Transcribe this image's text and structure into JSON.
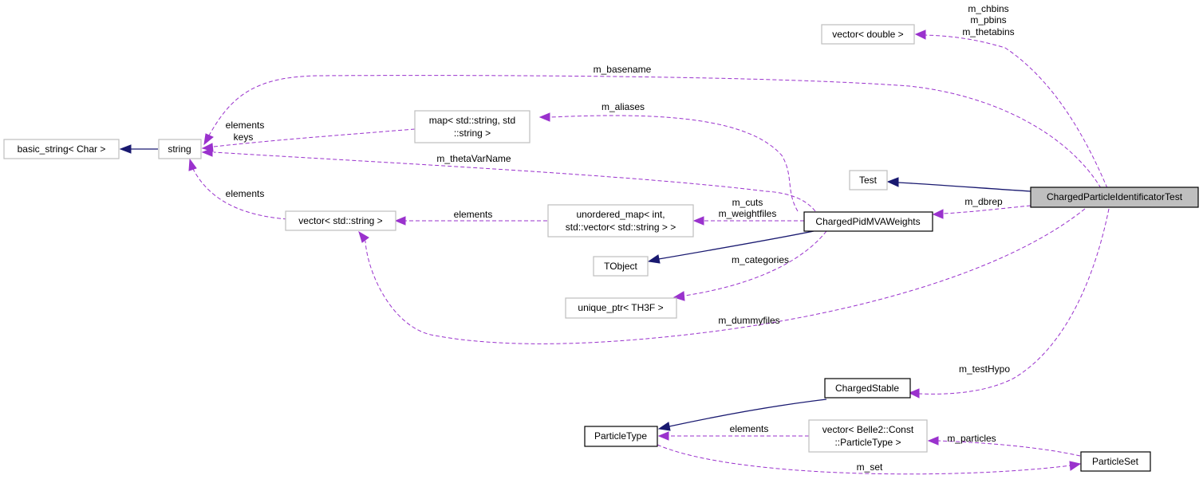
{
  "diagram": {
    "type": "collaboration-graph",
    "nodes": {
      "basic_string": "basic_string< Char >",
      "string": "string",
      "map": [
        "map< std::string, std",
        "::string >"
      ],
      "vector_double": "vector< double >",
      "vector_string": "vector< std::string >",
      "unordered_map": [
        "unordered_map< int,",
        "std::vector< std::string > >"
      ],
      "test": "Test",
      "cpit": "ChargedParticleIdentificatorTest",
      "cpmva": "ChargedPidMVAWeights",
      "tobject": "TObject",
      "unique_ptr": "unique_ptr< TH3F >",
      "charged_stable": "ChargedStable",
      "particle_type": "ParticleType",
      "vector_ptype": [
        "vector< Belle2::Const",
        "::ParticleType >"
      ],
      "particle_set": "ParticleSet"
    },
    "edge_labels": {
      "bins": [
        "m_chbins",
        "m_pbins",
        "m_thetabins"
      ],
      "basename": "m_basename",
      "aliases": "m_aliases",
      "elements_keys": [
        "elements",
        "keys"
      ],
      "theta_var": "m_thetaVarName",
      "elements_vs": "elements",
      "elements_um": "elements",
      "cuts": [
        "m_cuts",
        "m_weightfiles"
      ],
      "dbrep": "m_dbrep",
      "categories": "m_categories",
      "dummyfiles": "m_dummyfiles",
      "test_hypo": "m_testHypo",
      "elements_pt": "elements",
      "particles": "m_particles",
      "set": "m_set"
    },
    "colors": {
      "usage_edge": "#9a32cd",
      "inheritance_edge": "#191970",
      "documented_border": "#000000",
      "undocumented_border": "#bfbfbf",
      "focus_fill": "#bfbfbf"
    }
  }
}
